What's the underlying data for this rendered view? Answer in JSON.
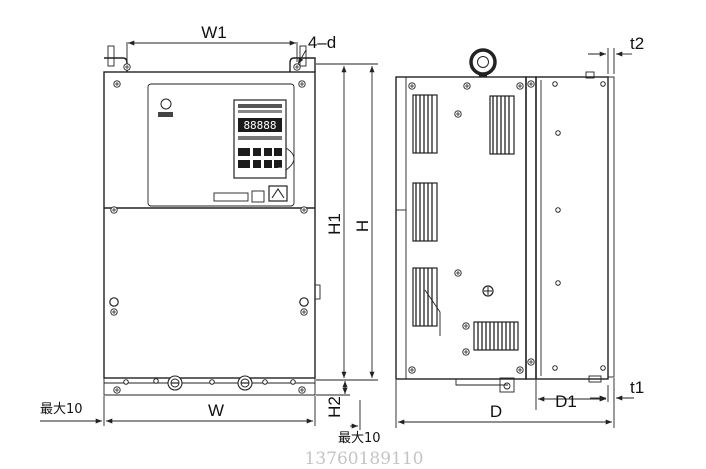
{
  "labels": {
    "w1": "W1",
    "four_d": "4–d",
    "h1": "H1",
    "h": "H",
    "h2": "H2",
    "w": "W",
    "max10_left": "最大10",
    "max10_bottom": "最大10",
    "d": "D",
    "d1": "D1",
    "t1": "t1",
    "t2": "t2"
  },
  "watermark": "13760189110",
  "keypad": {
    "display_value": "88888"
  },
  "colors": {
    "line": "#222222",
    "text": "#111111",
    "watermark": "#c4c4c4",
    "keypad_dark": "#1b1b1b"
  },
  "icons": {
    "arrowheads": "dimension-arrow",
    "eyebolt": "lifting-eye-icon",
    "screws": "screw-icon"
  }
}
